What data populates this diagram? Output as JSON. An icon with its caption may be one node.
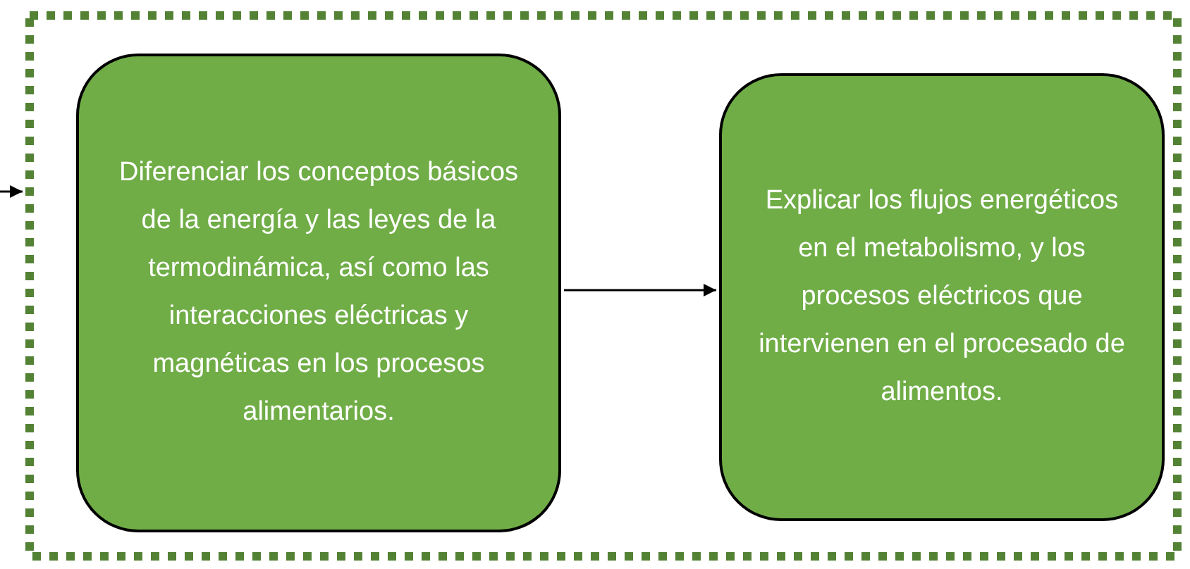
{
  "diagram": {
    "nodes": [
      {
        "text": [],
        "shape": "box"
      },
      {
        "text": [
          "Diferenciar los conceptos básicos de la energía y las leyes de la termodinámica, así como las interacciones eléctricas y magnéticas en los procesos alimentarios."
        ],
        "in": 0
      },
      {
        "text": [
          "Explicar los flujos energéticos en el metabolismo, y los procesos eléctricos que intervienen en el procesado de alimentos."
        ],
        "in": 0
      }
    ],
    "edges": [
      {
        "from": null,
        "to": 0,
        "arrow": "to"
      },
      {
        "from": 1,
        "to": 2,
        "arrow": "to"
      }
    ]
  }
}
